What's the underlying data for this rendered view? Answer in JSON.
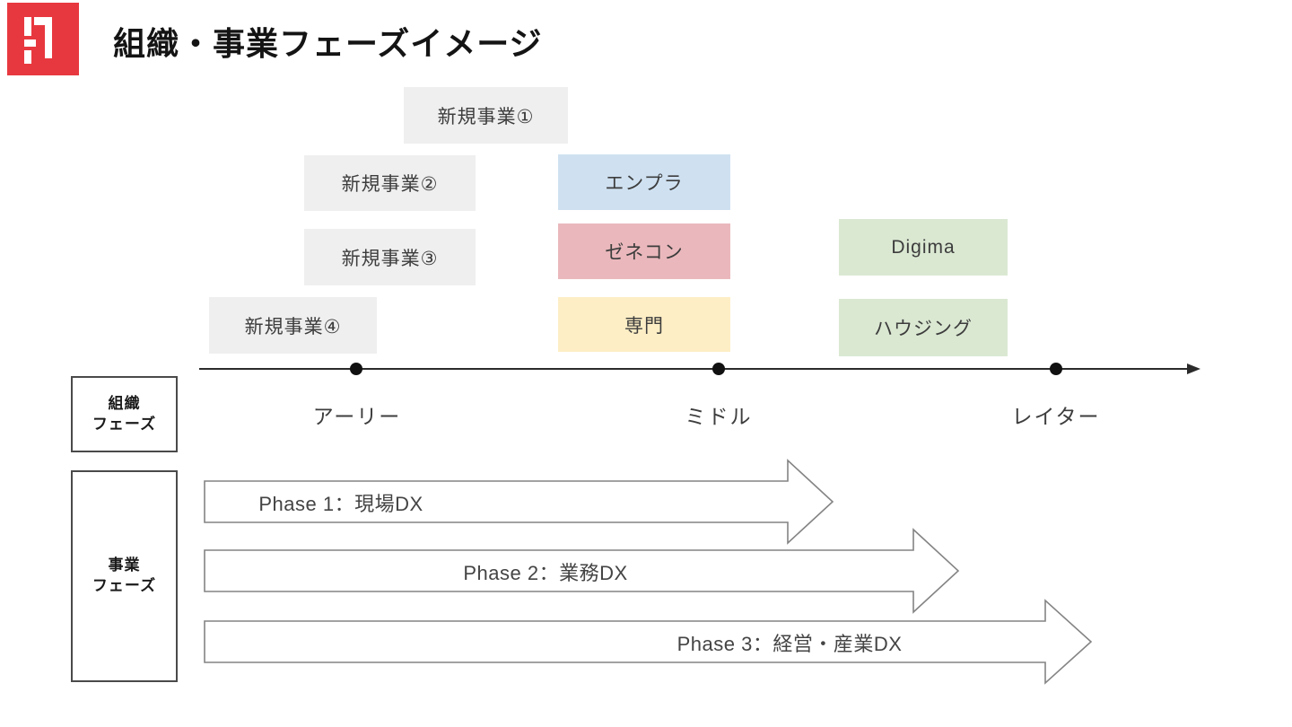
{
  "slide": {
    "title": "組織・事業フェーズイメージ"
  },
  "colors": {
    "logo_red": "#e8383f",
    "gray_box": "#efefef",
    "blue_box": "#cfe1f1",
    "pink_box": "#eab8bc",
    "yellow_box": "#fdeec5",
    "green_box": "#dae8d2",
    "axis": "#2b2b2b",
    "arrow_outline": "#848484"
  },
  "boxes": [
    {
      "label": "新規事業①",
      "color": "gray"
    },
    {
      "label": "新規事業②",
      "color": "gray"
    },
    {
      "label": "エンプラ",
      "color": "blue"
    },
    {
      "label": "新規事業③",
      "color": "gray"
    },
    {
      "label": "ゼネコン",
      "color": "pink"
    },
    {
      "label": "Digima",
      "color": "green"
    },
    {
      "label": "新規事業④",
      "color": "gray"
    },
    {
      "label": "専門",
      "color": "yellow"
    },
    {
      "label": "ハウジング",
      "color": "green"
    }
  ],
  "timeline": {
    "stages": [
      "アーリー",
      "ミドル",
      "レイター"
    ]
  },
  "org_box": {
    "line1": "組織",
    "line2": "フェーズ"
  },
  "biz_box": {
    "line1": "事業",
    "line2": "フェーズ"
  },
  "phases": [
    {
      "label": "Phase 1：現場DX"
    },
    {
      "label": "Phase 2：業務DX"
    },
    {
      "label": "Phase 3：経営・産業DX"
    }
  ]
}
